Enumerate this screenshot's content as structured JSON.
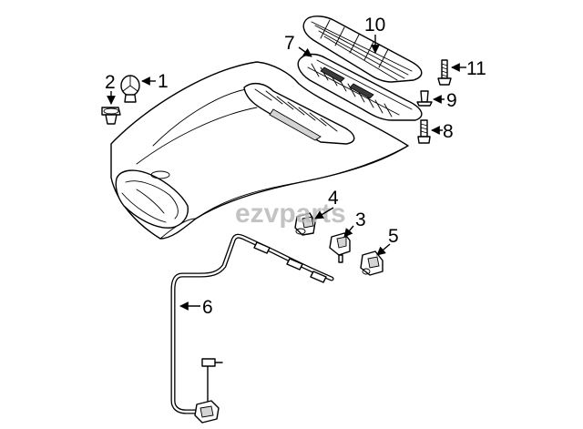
{
  "watermark": "ezvparts",
  "callouts": [
    {
      "id": "1",
      "label": "1"
    },
    {
      "id": "2",
      "label": "2"
    },
    {
      "id": "3",
      "label": "3"
    },
    {
      "id": "4",
      "label": "4"
    },
    {
      "id": "5",
      "label": "5"
    },
    {
      "id": "6",
      "label": "6"
    },
    {
      "id": "7",
      "label": "7"
    },
    {
      "id": "8",
      "label": "8"
    },
    {
      "id": "9",
      "label": "9"
    },
    {
      "id": "10",
      "label": "10"
    },
    {
      "id": "11",
      "label": "11"
    }
  ]
}
